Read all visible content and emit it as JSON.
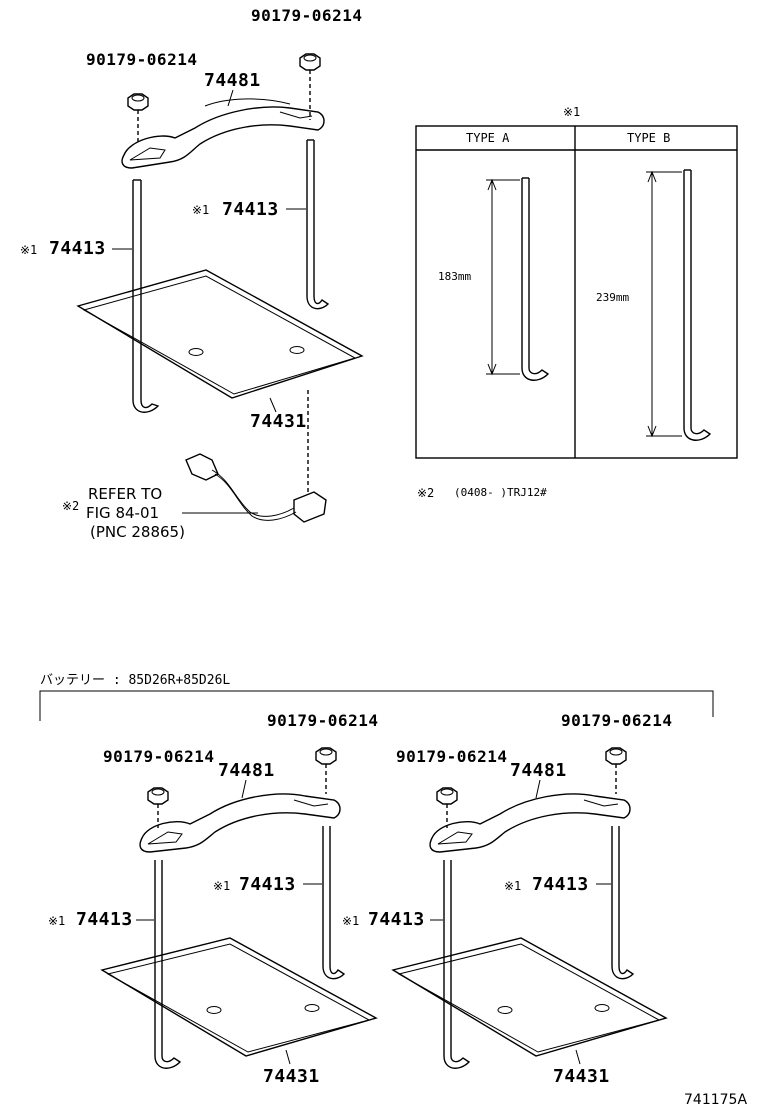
{
  "top": {
    "nut_right": "90179-06214",
    "nut_left": "90179-06214",
    "clamp": "74481",
    "rod_right_mark": "※1",
    "rod_right": "74413",
    "rod_left_mark": "※1",
    "rod_left": "74413",
    "tray": "74431",
    "ref_mark": "※2",
    "ref_line1": "REFER TO",
    "ref_line2": "FIG 84-01",
    "ref_line3": "(PNC 28865)"
  },
  "table": {
    "mark": "※1",
    "type_a": "TYPE  A",
    "type_b": "TYPE  B",
    "len_a": "183mm",
    "len_b": "239mm",
    "note_mark": "※2",
    "note_text": "(0408-      )TRJ12#"
  },
  "bottom": {
    "battery_label": "バッテリー  :  85D26R+85D26L",
    "left": {
      "nut_right": "90179-06214",
      "nut_left": "90179-06214",
      "clamp": "74481",
      "rod_right_mark": "※1",
      "rod_right": "74413",
      "rod_left_mark": "※1",
      "rod_left": "74413",
      "tray": "74431"
    },
    "right": {
      "nut_right": "90179-06214",
      "nut_left": "90179-06214",
      "clamp": "74481",
      "rod_right_mark": "※1",
      "rod_right": "74413",
      "rod_left_mark": "※1",
      "rod_left": "74413",
      "tray": "74431"
    }
  },
  "figure_id": "741175A"
}
